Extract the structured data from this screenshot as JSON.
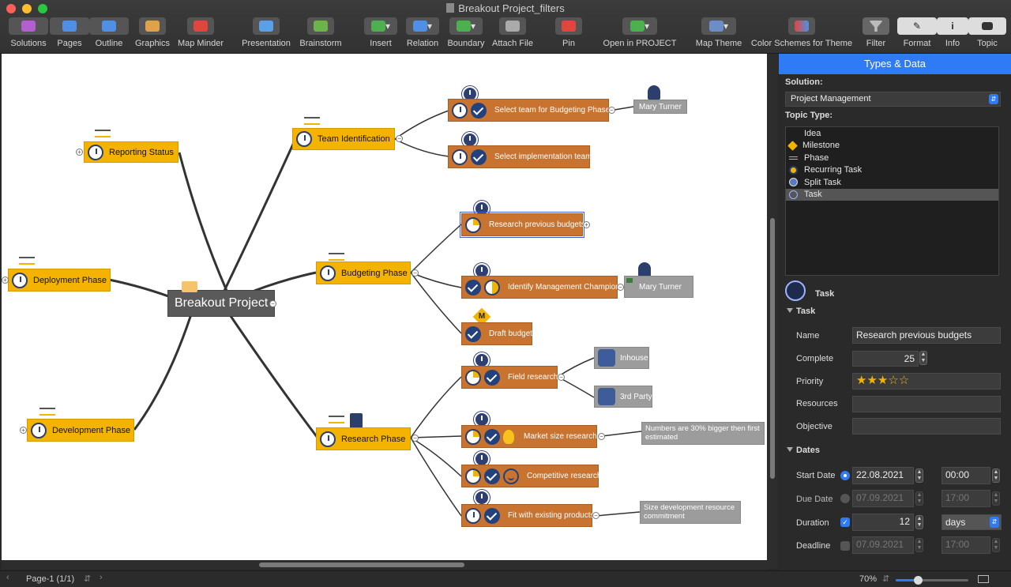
{
  "window": {
    "title": "Breakout Project_filters"
  },
  "toolbar": {
    "items": [
      {
        "label": "Solutions",
        "icon": "solutions-icon"
      },
      {
        "label": "Pages",
        "icon": "pages-icon"
      },
      {
        "label": "Outline",
        "icon": "outline-icon"
      },
      {
        "label": "Graphics",
        "icon": "graphics-icon"
      },
      {
        "label": "Map Minder",
        "icon": "map-minder-icon"
      },
      {
        "label": "Presentation",
        "icon": "presentation-icon"
      },
      {
        "label": "Brainstorm",
        "icon": "brainstorm-icon"
      },
      {
        "label": "Insert",
        "icon": "insert-icon"
      },
      {
        "label": "Relation",
        "icon": "relation-icon"
      },
      {
        "label": "Boundary",
        "icon": "boundary-icon"
      },
      {
        "label": "Attach File",
        "icon": "attach-file-icon"
      },
      {
        "label": "Pin",
        "icon": "pin-icon"
      },
      {
        "label": "Open in PROJECT",
        "icon": "open-in-project-icon"
      },
      {
        "label": "Map Theme",
        "icon": "map-theme-icon"
      },
      {
        "label": "Color Schemes for Theme",
        "icon": "color-schemes-icon"
      },
      {
        "label": "Filter",
        "icon": "filter-icon"
      },
      {
        "label": "Format",
        "icon": "format-icon"
      },
      {
        "label": "Info",
        "icon": "info-icon"
      },
      {
        "label": "Topic",
        "icon": "topic-icon"
      }
    ]
  },
  "map": {
    "central": "Breakout Project",
    "reporting": "Reporting Status",
    "deployment": "Deployment Phase",
    "development": "Development Phase",
    "team": "Team Identification",
    "select_budget_team": "Select team for Budgeting Phase",
    "select_impl_team": "Select implementation team",
    "mary1": "Mary Turner",
    "budgeting": "Budgeting Phase",
    "research_prev": "Research previous budgets",
    "identify_champion": "Identify Management Champion",
    "mary2": "Mary Turner",
    "draft_budget": "Draft budget",
    "milestone_letter": "M",
    "research": "Research Phase",
    "field_research": "Field research",
    "inhouse": "Inhouse",
    "third_party": "3rd Party",
    "market_size": "Market size research",
    "market_note": "Numbers are 30% bigger then first estimated",
    "competitive": "Competitive research",
    "fit_products": "Fit with existing products",
    "fit_note": "Size development resource commitment"
  },
  "panel": {
    "header": "Types & Data",
    "solution_label": "Solution:",
    "solution_value": "Project Management",
    "topic_type_label": "Topic Type:",
    "topic_types": [
      "Idea",
      "Milestone",
      "Phase",
      "Recurring Task",
      "Split Task",
      "Task"
    ],
    "selected_type": "Task",
    "task_title": "Task",
    "task_section": "Task",
    "name_label": "Name",
    "name_value": "Research previous budgets",
    "complete_label": "Complete",
    "complete_value": "25",
    "priority_label": "Priority",
    "priority_value": 3,
    "priority_max": 5,
    "priority_stars": "★★★☆☆",
    "resources_label": "Resources",
    "objective_label": "Objective",
    "dates_section": "Dates",
    "start_label": "Start Date",
    "start_date": "22.08.2021",
    "start_time": "00:00",
    "due_label": "Due Date",
    "due_date": "07.09.2021",
    "due_time": "17:00",
    "duration_label": "Duration",
    "duration_value": "12",
    "duration_unit": "days",
    "deadline_label": "Deadline",
    "deadline_date": "07.09.2021",
    "deadline_time": "17:00"
  },
  "status": {
    "page": "Page-1 (1/1)",
    "zoom": "70%",
    "zoom_level": 0.3
  },
  "colors": {
    "phase": "#f5b301",
    "task": "#c8732f",
    "accent": "#2f7bf5",
    "central": "#5a5a5a",
    "note": "#9c9c9c"
  }
}
